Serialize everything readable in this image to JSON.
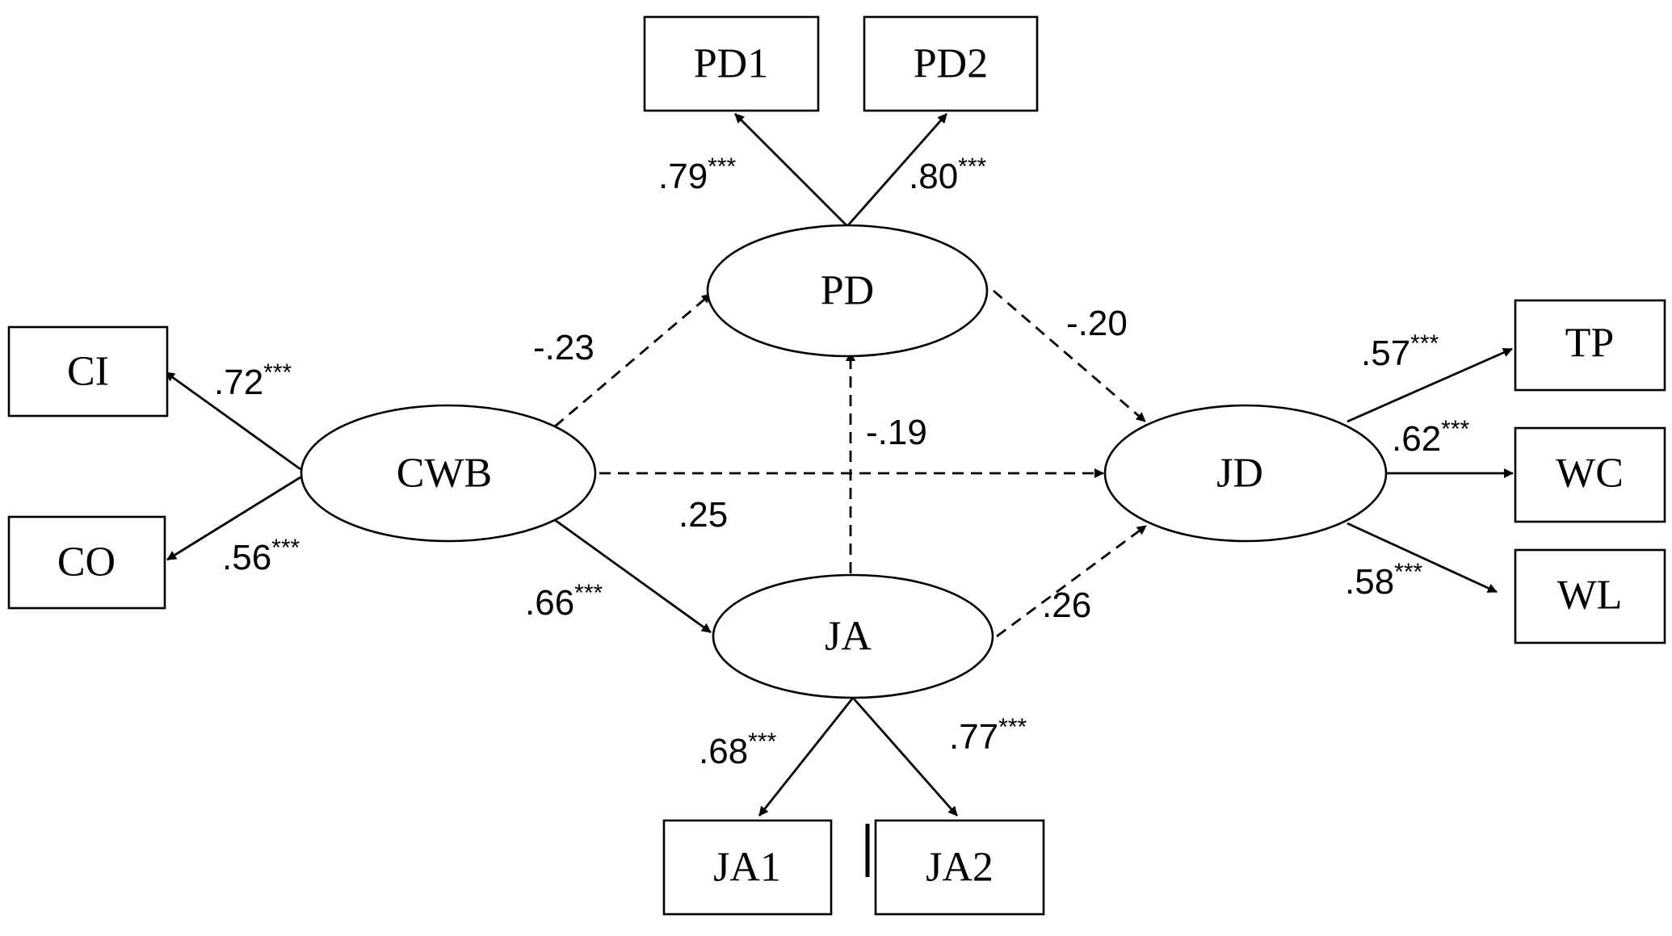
{
  "diagram": {
    "colors": {
      "stroke": "#000000",
      "background": "#ffffff"
    },
    "nodes": {
      "PD1": "PD1",
      "PD2": "PD2",
      "PD": "PD",
      "CI": "CI",
      "CO": "CO",
      "CWB": "CWB",
      "JA": "JA",
      "JA1": "JA1",
      "JA2": "JA2",
      "JD": "JD",
      "TP": "TP",
      "WC": "WC",
      "WL": "WL"
    },
    "paths": [
      {
        "from": "CWB",
        "to": "CI",
        "coefficient": ".72",
        "significance": "***",
        "style": "solid"
      },
      {
        "from": "CWB",
        "to": "CO",
        "coefficient": ".56",
        "significance": "***",
        "style": "solid"
      },
      {
        "from": "PD",
        "to": "PD1",
        "coefficient": ".79",
        "significance": "***",
        "style": "solid"
      },
      {
        "from": "PD",
        "to": "PD2",
        "coefficient": ".80",
        "significance": "***",
        "style": "solid"
      },
      {
        "from": "CWB",
        "to": "PD",
        "coefficient": "-.23",
        "significance": "",
        "style": "dashed"
      },
      {
        "from": "PD",
        "to": "JD",
        "coefficient": "-.20",
        "significance": "",
        "style": "dashed"
      },
      {
        "from": "JA",
        "to": "PD",
        "coefficient": "-.19",
        "significance": "",
        "style": "dashed"
      },
      {
        "from": "CWB",
        "to": "JD",
        "coefficient": ".25",
        "significance": "",
        "style": "dashed"
      },
      {
        "from": "CWB",
        "to": "JA",
        "coefficient": ".66",
        "significance": "***",
        "style": "solid"
      },
      {
        "from": "JA",
        "to": "JD",
        "coefficient": ".26",
        "significance": "",
        "style": "dashed"
      },
      {
        "from": "JA",
        "to": "JA1",
        "coefficient": ".68",
        "significance": "***",
        "style": "solid"
      },
      {
        "from": "JA",
        "to": "JA2",
        "coefficient": ".77",
        "significance": "***",
        "style": "solid"
      },
      {
        "from": "JD",
        "to": "TP",
        "coefficient": ".57",
        "significance": "***",
        "style": "solid"
      },
      {
        "from": "JD",
        "to": "WC",
        "coefficient": ".62",
        "significance": "***",
        "style": "solid"
      },
      {
        "from": "JD",
        "to": "WL",
        "coefficient": ".58",
        "significance": "***",
        "style": "solid"
      }
    ]
  }
}
